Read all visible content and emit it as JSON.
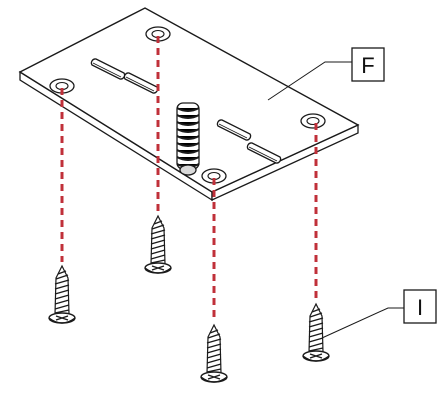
{
  "diagram": {
    "callouts": {
      "plate": "F",
      "screws": "I"
    },
    "colors": {
      "line": "#1a1a1a",
      "guide": "#c0303a",
      "fill": "#ffffff",
      "shade": "#d9d9d9"
    },
    "parts": {
      "mounting_holes": 4,
      "slots": 4,
      "screws": 4
    }
  }
}
